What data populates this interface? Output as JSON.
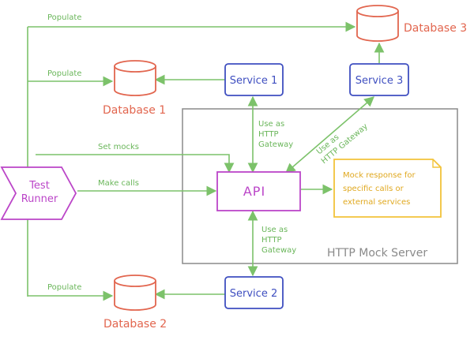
{
  "colors": {
    "arrow": "#7cc26a",
    "service": "#3f4fc0",
    "database": "#e2664f",
    "runner": "#bb45c8",
    "api": "#bb45c8",
    "note": "#f2c33a",
    "frame": "#8a8a8a"
  },
  "test_runner": {
    "label_line1": "Test",
    "label_line2": "Runner"
  },
  "api": {
    "label": "API"
  },
  "services": {
    "service1": "Service 1",
    "service2": "Service 2",
    "service3": "Service 3"
  },
  "databases": {
    "db1": "Database 1",
    "db2": "Database 2",
    "db3": "Database 3"
  },
  "mock_server": {
    "label": "HTTP Mock Server"
  },
  "note": {
    "line1": "Mock response for",
    "line2": "specific calls or",
    "line3": "external services"
  },
  "edges": {
    "populate_db3": "Populate",
    "populate_db1": "Populate",
    "populate_db2": "Populate",
    "set_mocks": "Set mocks",
    "make_calls": "Make calls",
    "gateway_s1": {
      "line1": "Use as",
      "line2": "HTTP",
      "line3": "Gateway"
    },
    "gateway_s3": {
      "line1": "Use as",
      "line2": "HTTP Gateway"
    },
    "gateway_s2": {
      "line1": "Use as",
      "line2": "HTTP",
      "line3": "Gateway"
    }
  }
}
